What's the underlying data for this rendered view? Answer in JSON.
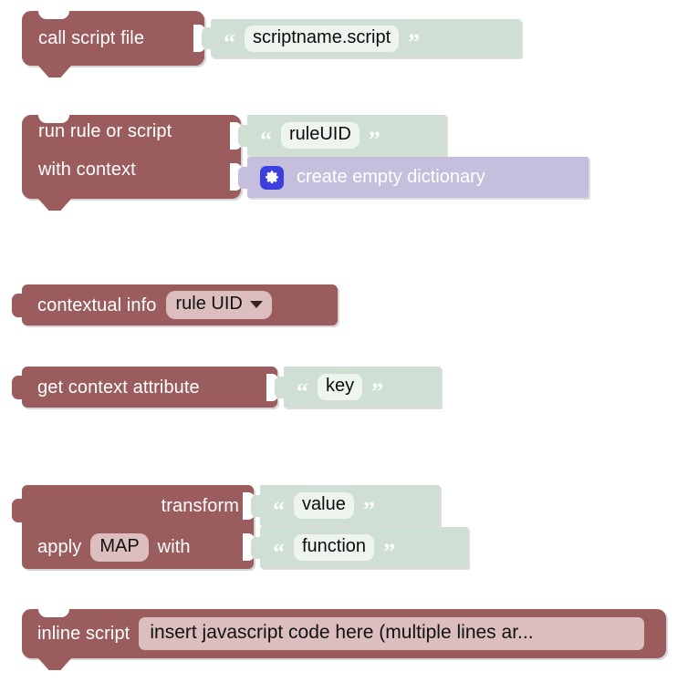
{
  "editor": {
    "name": "blockly-workspace",
    "background": "#ffffff",
    "palette": {
      "block_red": "#9b5c5d",
      "value_green": "#cfdfd4",
      "value_purple": "#c5bfdd",
      "field_pink": "#dcbebe",
      "field_green": "#eef5ef",
      "gear_blue": "#3b3fe0",
      "label_text": "#ffffff",
      "field_text": "#0c0c0c"
    }
  },
  "blocks": [
    {
      "id": "call-script-file",
      "kind": "statement",
      "labels": [
        "call script file"
      ],
      "value": {
        "kind": "string",
        "open_quote": "“",
        "close_quote": "”",
        "text": "scriptname.script"
      }
    },
    {
      "id": "run-rule-or-script",
      "kind": "statement",
      "labels": [
        "run rule or script",
        "with context"
      ],
      "value_1": {
        "kind": "string",
        "open_quote": "“",
        "close_quote": "”",
        "text": "ruleUID"
      },
      "value_2": {
        "kind": "dictionary",
        "icon": "gear-icon",
        "text": "create empty dictionary"
      }
    },
    {
      "id": "contextual-info",
      "kind": "reporter",
      "labels": [
        "contextual info"
      ],
      "dropdown": {
        "selected": "rule UID",
        "arrow": "chevron-down-icon"
      }
    },
    {
      "id": "get-context-attribute",
      "kind": "reporter",
      "labels": [
        "get context attribute"
      ],
      "value": {
        "kind": "string",
        "open_quote": "“",
        "close_quote": "”",
        "text": "key"
      }
    },
    {
      "id": "transform-apply",
      "kind": "reporter",
      "labels": [
        "transform",
        "apply",
        "with"
      ],
      "field": "MAP",
      "value_1": {
        "kind": "string",
        "open_quote": "“",
        "close_quote": "”",
        "text": "value"
      },
      "value_2": {
        "kind": "string",
        "open_quote": "“",
        "close_quote": "”",
        "text": "function"
      }
    },
    {
      "id": "inline-script",
      "kind": "statement",
      "labels": [
        "inline script"
      ],
      "field": "insert javascript code here (multiple lines ar..."
    }
  ]
}
